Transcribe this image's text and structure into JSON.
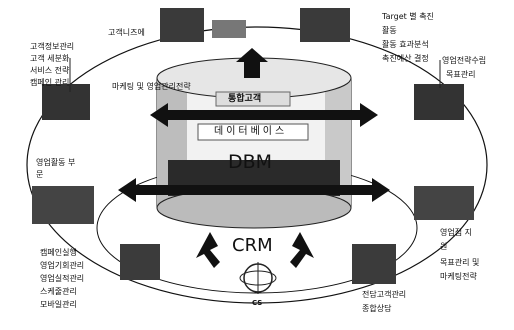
{
  "center": {
    "top_label": "통합고객",
    "mid_label": "데이터베이스",
    "dbm": "DBM",
    "crm": "CRM"
  },
  "captions": {
    "top_left_list": [
      "고객정보관리",
      "고객 세분화",
      "서비스 전략",
      "캠페인 관리"
    ],
    "customer_needs": "고객니즈에",
    "marketing_sales_strategy": "마케팅 및 영업관리전략",
    "top_right_list": [
      "Target 별 촉진",
      "활동",
      "활동 효과분석",
      "촉진예산 결정"
    ],
    "sales_strategy_setup": "영업전략수립",
    "target_setup": "목표관리",
    "sales_activity": "영업활동 부",
    "sales_activity_2": "문",
    "bottom_left_list": [
      "캠페인실행",
      "영업기회관리",
      "영업실적관리",
      "스케줄관리",
      "모바일관리"
    ],
    "bottom_right_list": [
      "영업점 지",
      "원",
      "목표관리 및",
      "마케팅전략"
    ],
    "bottom_center_list": [
      "전담고객관리",
      "종합상담"
    ],
    "cs_label": "CS"
  }
}
